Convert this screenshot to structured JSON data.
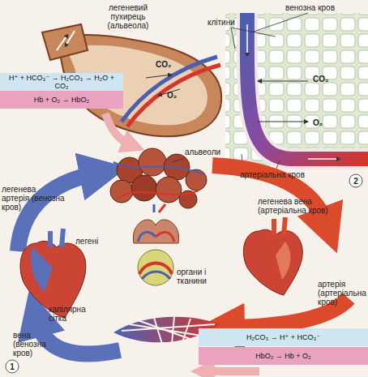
{
  "diagram": {
    "nodes": [
      {
        "text": [
          "H⁺ + HCO₃⁻ → H₂CO₃ → H₂O + CO₂"
        ]
      },
      {
        "text": [
          "Hb + O₂ → HbO₂"
        ]
      },
      {
        "text": [
          "H₂CO₃ → H⁺ + HCO₃⁻"
        ]
      },
      {
        "text": [
          "HbO₂ → Hb + O₂"
        ]
      }
    ],
    "labels": [
      "легеневий пухирець (альвеола)",
      "клітини",
      "венозна кров",
      "CO₂",
      "O₂",
      "CO₂",
      "O₂",
      "артеріальна кров",
      "2",
      "альвеоли",
      "легенева артерія (венозна кров)",
      "легенева вена (артеріальна кров)",
      "легені",
      "органи і тканини",
      "капілярна сітка",
      "артерія (артеріальна кров)",
      "вена (венозна кров)",
      "1"
    ]
  }
}
